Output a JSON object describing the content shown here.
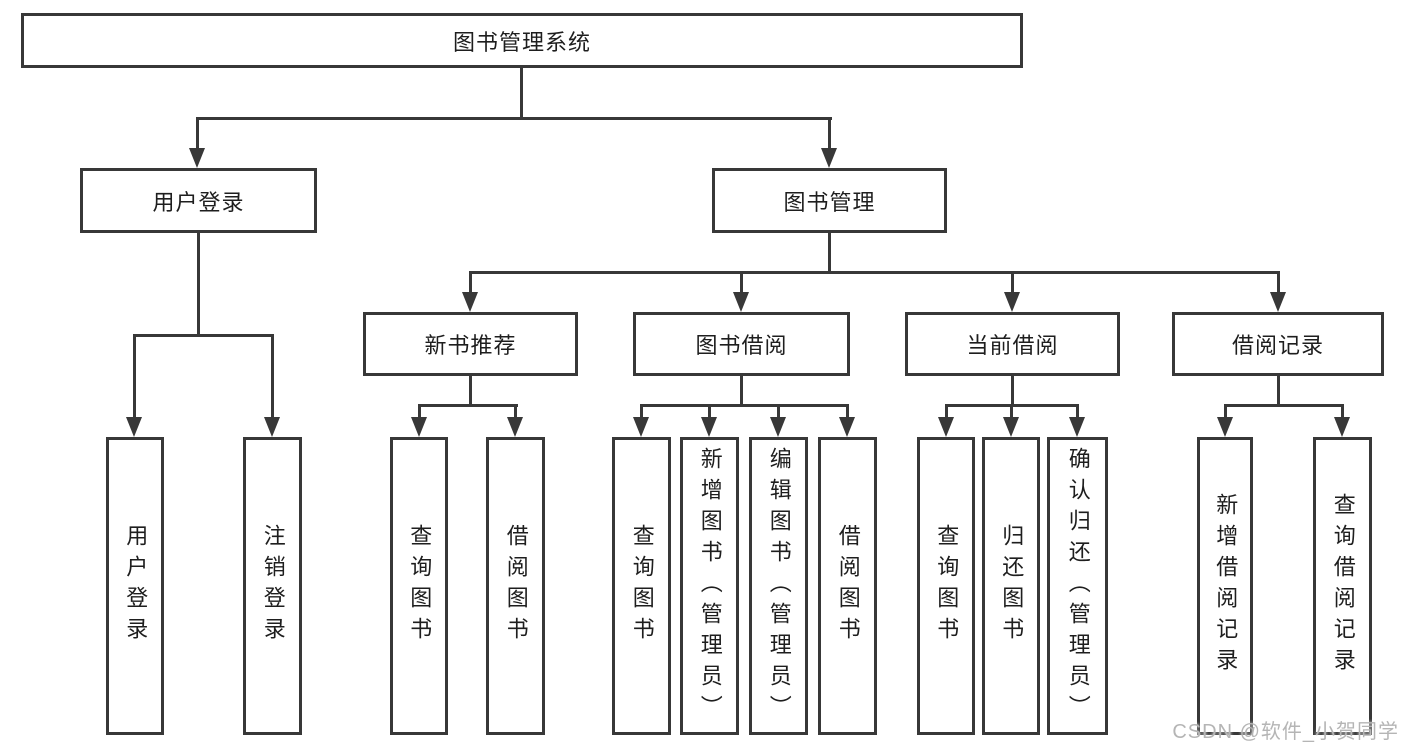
{
  "tree": {
    "root": {
      "label": "图书管理系统",
      "children": [
        {
          "label": "用户登录",
          "children": [
            {
              "label": "用户登录"
            },
            {
              "label": "注销登录"
            }
          ]
        },
        {
          "label": "图书管理",
          "children": [
            {
              "label": "新书推荐",
              "children": [
                {
                  "label": "查询图书"
                },
                {
                  "label": "借阅图书"
                }
              ]
            },
            {
              "label": "图书借阅",
              "children": [
                {
                  "label": "查询图书"
                },
                {
                  "label": "新增图书（管理员）"
                },
                {
                  "label": "编辑图书（管理员）"
                },
                {
                  "label": "借阅图书"
                }
              ]
            },
            {
              "label": "当前借阅",
              "children": [
                {
                  "label": "查询图书"
                },
                {
                  "label": "归还图书"
                },
                {
                  "label": "确认归还（管理员）"
                }
              ]
            },
            {
              "label": "借阅记录",
              "children": [
                {
                  "label": "新增借阅记录"
                },
                {
                  "label": "查询借阅记录"
                }
              ]
            }
          ]
        }
      ]
    }
  },
  "watermark": {
    "text": "CSDN @软件_小贺同学"
  },
  "colors": {
    "line": "#383838",
    "text": "#1e1e1e",
    "background": "#ffffff",
    "box_fill": "#ffffff",
    "watermark": "#b5b5b5"
  }
}
